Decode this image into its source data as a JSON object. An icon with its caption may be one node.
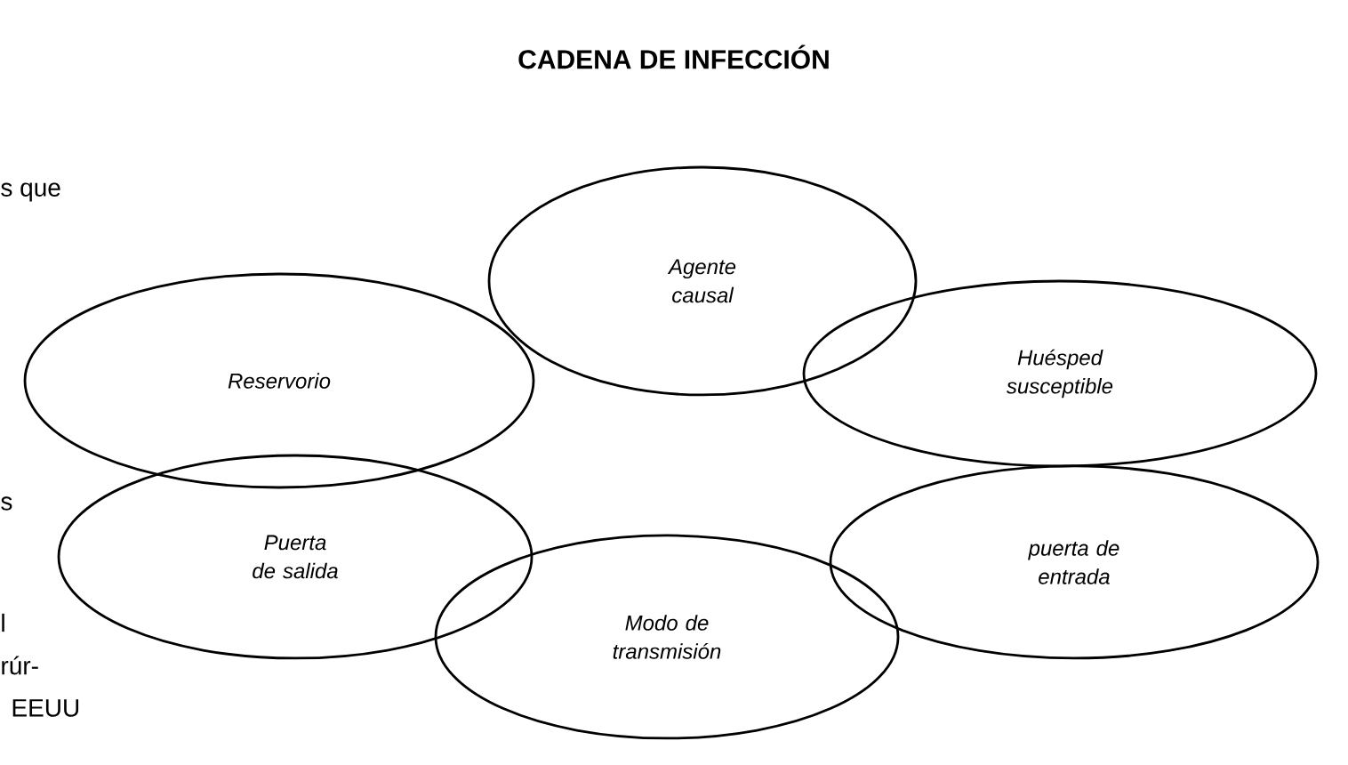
{
  "diagram": {
    "title": "CADENA DE INFECCIÓN",
    "nodes": [
      {
        "text": [
          "Agente causal"
        ]
      },
      {
        "text": [
          "Reservorio"
        ]
      },
      {
        "text": [
          "Huésped susceptible"
        ]
      },
      {
        "text": [
          "Puerta de salida"
        ]
      },
      {
        "text": [
          "puerta de entrada"
        ]
      },
      {
        "text": [
          "Modo de transmisión"
        ]
      }
    ],
    "labels": [
      "s que",
      "s",
      "l",
      "rúr-",
      "EEUU"
    ]
  }
}
